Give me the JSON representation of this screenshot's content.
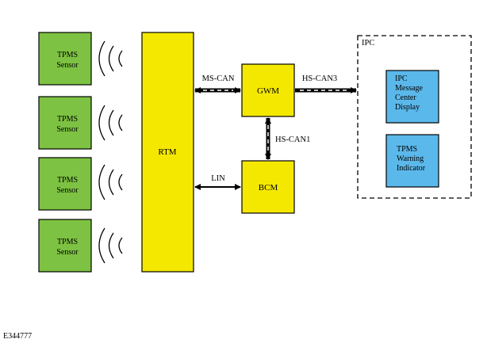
{
  "sensors": [
    {
      "line1": "TPMS",
      "line2": "Sensor"
    },
    {
      "line1": "TPMS",
      "line2": "Sensor"
    },
    {
      "line1": "TPMS",
      "line2": "Sensor"
    },
    {
      "line1": "TPMS",
      "line2": "Sensor"
    }
  ],
  "blocks": {
    "rtm": "RTM",
    "gwm": "GWM",
    "bcm": "BCM"
  },
  "buses": {
    "ms_can": "MS-CAN",
    "hs_can3": "HS-CAN3",
    "hs_can1": "HS-CAN1",
    "lin": "LIN"
  },
  "ipc": {
    "label": "IPC",
    "display": [
      "IPC",
      "Message",
      "Center",
      "Display"
    ],
    "warning": [
      "TPMS",
      "Warning",
      "Indicator"
    ]
  },
  "figure_code": "E344777",
  "colors": {
    "sensor_fill": "#7dc242",
    "module_fill": "#f5e800",
    "ipc_fill": "#5bb8ea",
    "line": "#000000"
  }
}
